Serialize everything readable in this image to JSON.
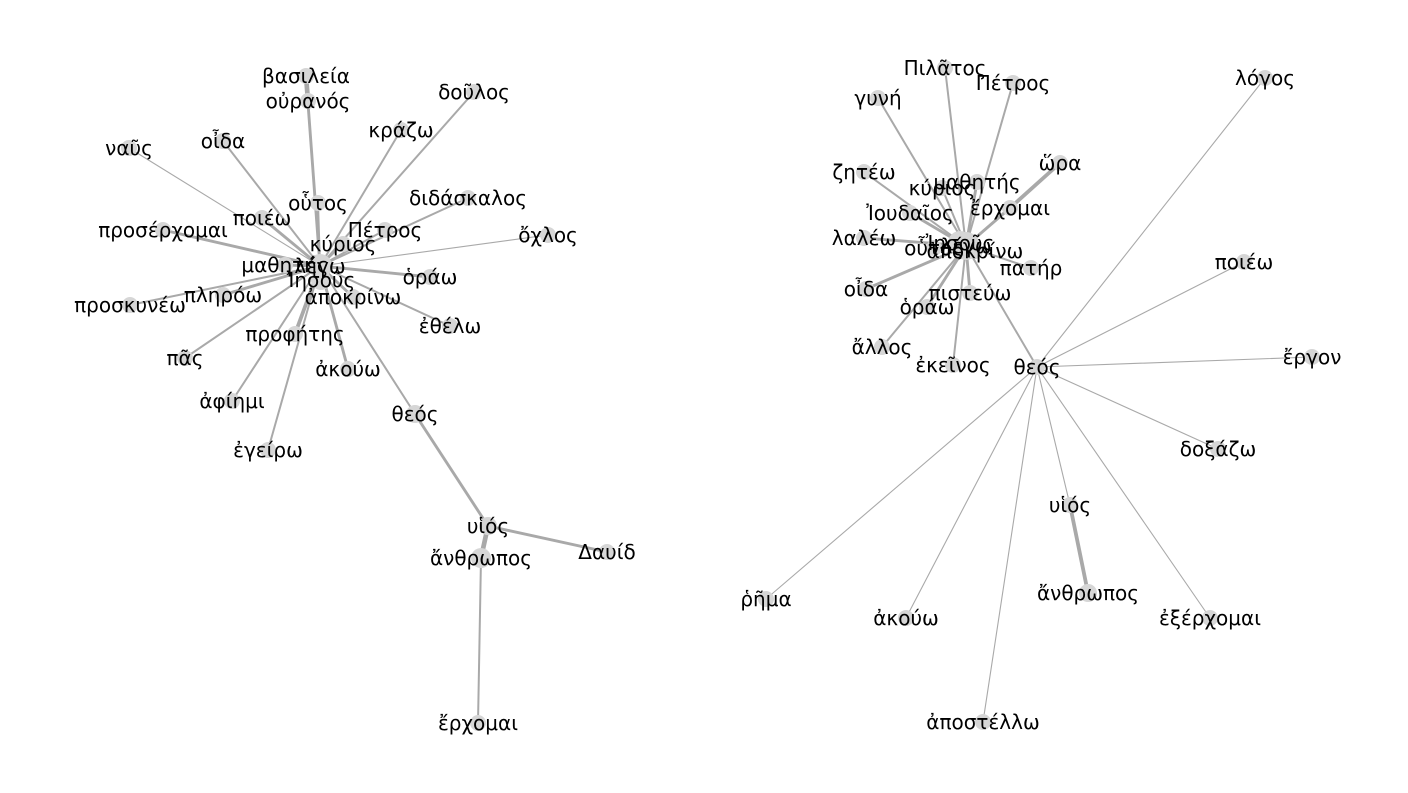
{
  "colors": {
    "edge": "#a9a9a9",
    "node": "#d6d6d6",
    "label": "#000000"
  },
  "graphs": [
    {
      "nodes": [
        {
          "id": "basileia",
          "label": "βασιλεία"
        },
        {
          "id": "ouranos",
          "label": "οὐρανός"
        },
        {
          "id": "doulos",
          "label": "δοῦλος"
        },
        {
          "id": "krazo",
          "label": "κράζω"
        },
        {
          "id": "naos",
          "label": "ναῦς"
        },
        {
          "id": "oida",
          "label": "οἶδα"
        },
        {
          "id": "houtos",
          "label": "οὗτος"
        },
        {
          "id": "didaskalos",
          "label": "διδάσκαλος"
        },
        {
          "id": "poieo",
          "label": "ποιέω"
        },
        {
          "id": "proserchomai",
          "label": "προσέρχομαι"
        },
        {
          "id": "petros",
          "label": "Πέτρος"
        },
        {
          "id": "ochlos",
          "label": "ὄχλος"
        },
        {
          "id": "kyrios",
          "label": "κύριος"
        },
        {
          "id": "mathetes",
          "label": "μαθητής"
        },
        {
          "id": "lego",
          "label": "λέγω"
        },
        {
          "id": "horao",
          "label": "ὁράω"
        },
        {
          "id": "iesous",
          "label": "Ἰησοῦς"
        },
        {
          "id": "pleroo",
          "label": "πληρόω"
        },
        {
          "id": "apokrino",
          "label": "ἀποκρίνω"
        },
        {
          "id": "proskyneo",
          "label": "προσκυνέω"
        },
        {
          "id": "thelo",
          "label": "ἐθέλω"
        },
        {
          "id": "prophetes",
          "label": "προφήτης"
        },
        {
          "id": "pas",
          "label": "πᾶς"
        },
        {
          "id": "akouo",
          "label": "ἀκούω"
        },
        {
          "id": "aphiemi",
          "label": "ἀφίημι"
        },
        {
          "id": "theos",
          "label": "θεός"
        },
        {
          "id": "egeiro",
          "label": "ἐγείρω"
        },
        {
          "id": "huios",
          "label": "υἱός"
        },
        {
          "id": "david",
          "label": "Δαυίδ"
        },
        {
          "id": "anthropos",
          "label": "ἄνθρωπος"
        },
        {
          "id": "erchomai",
          "label": "ἔρχομαι"
        }
      ],
      "edges": [
        {
          "source": "lego",
          "target": "basileia",
          "weight": 3
        },
        {
          "source": "basileia",
          "target": "ouranos",
          "weight": 5
        },
        {
          "source": "lego",
          "target": "doulos",
          "weight": 2
        },
        {
          "source": "lego",
          "target": "krazo",
          "weight": 2
        },
        {
          "source": "lego",
          "target": "naos",
          "weight": 1
        },
        {
          "source": "lego",
          "target": "oida",
          "weight": 2
        },
        {
          "source": "lego",
          "target": "houtos",
          "weight": 2
        },
        {
          "source": "lego",
          "target": "didaskalos",
          "weight": 2
        },
        {
          "source": "lego",
          "target": "poieo",
          "weight": 3
        },
        {
          "source": "lego",
          "target": "proserchomai",
          "weight": 3
        },
        {
          "source": "lego",
          "target": "petros",
          "weight": 2
        },
        {
          "source": "lego",
          "target": "ochlos",
          "weight": 1
        },
        {
          "source": "lego",
          "target": "kyrios",
          "weight": 2
        },
        {
          "source": "lego",
          "target": "mathetes",
          "weight": 3
        },
        {
          "source": "lego",
          "target": "horao",
          "weight": 3
        },
        {
          "source": "lego",
          "target": "iesous",
          "weight": 4
        },
        {
          "source": "lego",
          "target": "pleroo",
          "weight": 3
        },
        {
          "source": "lego",
          "target": "apokrino",
          "weight": 3
        },
        {
          "source": "lego",
          "target": "proskyneo",
          "weight": 2
        },
        {
          "source": "lego",
          "target": "thelo",
          "weight": 2
        },
        {
          "source": "lego",
          "target": "prophetes",
          "weight": 4
        },
        {
          "source": "lego",
          "target": "pas",
          "weight": 2
        },
        {
          "source": "lego",
          "target": "akouo",
          "weight": 3
        },
        {
          "source": "lego",
          "target": "aphiemi",
          "weight": 2
        },
        {
          "source": "lego",
          "target": "theos",
          "weight": 2
        },
        {
          "source": "lego",
          "target": "egeiro",
          "weight": 2
        },
        {
          "source": "theos",
          "target": "huios",
          "weight": 3
        },
        {
          "source": "huios",
          "target": "david",
          "weight": 3
        },
        {
          "source": "huios",
          "target": "anthropos",
          "weight": 5
        },
        {
          "source": "anthropos",
          "target": "erchomai",
          "weight": 2
        }
      ]
    },
    {
      "nodes": [
        {
          "id": "pilatos",
          "label": "Πιλᾶτος"
        },
        {
          "id": "petros",
          "label": "Πέτρος"
        },
        {
          "id": "gyne",
          "label": "γυνή"
        },
        {
          "id": "logos",
          "label": "λόγος"
        },
        {
          "id": "hora",
          "label": "ὥρα"
        },
        {
          "id": "zeteo",
          "label": "ζητέω"
        },
        {
          "id": "mathetes",
          "label": "μαθητής"
        },
        {
          "id": "kyrios",
          "label": "κύριος"
        },
        {
          "id": "erchomai",
          "label": "ἔρχομαι"
        },
        {
          "id": "ioudaios",
          "label": "Ἰουδαῖος"
        },
        {
          "id": "laleo",
          "label": "λαλέω"
        },
        {
          "id": "iesous",
          "label": "Ἰησοῦς"
        },
        {
          "id": "lego",
          "label": "λέγω"
        },
        {
          "id": "houtos",
          "label": "οὗτος"
        },
        {
          "id": "apokrino",
          "label": "ἀποκρίνω"
        },
        {
          "id": "pater",
          "label": "πατήρ"
        },
        {
          "id": "poieo",
          "label": "ποιέω"
        },
        {
          "id": "oida",
          "label": "οἶδα"
        },
        {
          "id": "pisteuo",
          "label": "πιστεύω"
        },
        {
          "id": "horao",
          "label": "ὁράω"
        },
        {
          "id": "allos",
          "label": "ἄλλος"
        },
        {
          "id": "ergon",
          "label": "ἔργον"
        },
        {
          "id": "ekeinos",
          "label": "ἐκεῖνος"
        },
        {
          "id": "theos",
          "label": "θεός"
        },
        {
          "id": "doxazo",
          "label": "δοξάζω"
        },
        {
          "id": "huios",
          "label": "υἱός"
        },
        {
          "id": "anthropos",
          "label": "ἄνθρωπος"
        },
        {
          "id": "rhema",
          "label": "ῥῆμα"
        },
        {
          "id": "akouo",
          "label": "ἀκούω"
        },
        {
          "id": "exerchomai",
          "label": "ἐξέρχομαι"
        },
        {
          "id": "apostello",
          "label": "ἀποστέλλω"
        }
      ],
      "edges": [
        {
          "source": "lego",
          "target": "pilatos",
          "weight": 2
        },
        {
          "source": "lego",
          "target": "petros",
          "weight": 2
        },
        {
          "source": "lego",
          "target": "gyne",
          "weight": 2
        },
        {
          "source": "lego",
          "target": "hora",
          "weight": 2
        },
        {
          "source": "erchomai",
          "target": "hora",
          "weight": 4
        },
        {
          "source": "lego",
          "target": "zeteo",
          "weight": 2
        },
        {
          "source": "lego",
          "target": "mathetes",
          "weight": 3
        },
        {
          "source": "lego",
          "target": "kyrios",
          "weight": 2
        },
        {
          "source": "lego",
          "target": "erchomai",
          "weight": 3
        },
        {
          "source": "lego",
          "target": "ioudaios",
          "weight": 3
        },
        {
          "source": "lego",
          "target": "laleo",
          "weight": 3
        },
        {
          "source": "lego",
          "target": "iesous",
          "weight": 4
        },
        {
          "source": "lego",
          "target": "houtos",
          "weight": 3
        },
        {
          "source": "lego",
          "target": "apokrino",
          "weight": 3
        },
        {
          "source": "lego",
          "target": "pater",
          "weight": 2
        },
        {
          "source": "lego",
          "target": "oida",
          "weight": 3
        },
        {
          "source": "lego",
          "target": "pisteuo",
          "weight": 3
        },
        {
          "source": "lego",
          "target": "horao",
          "weight": 3
        },
        {
          "source": "lego",
          "target": "allos",
          "weight": 2
        },
        {
          "source": "lego",
          "target": "ekeinos",
          "weight": 2
        },
        {
          "source": "lego",
          "target": "theos",
          "weight": 2
        },
        {
          "source": "theos",
          "target": "logos",
          "weight": 1
        },
        {
          "source": "theos",
          "target": "poieo",
          "weight": 1
        },
        {
          "source": "theos",
          "target": "ergon",
          "weight": 1
        },
        {
          "source": "theos",
          "target": "doxazo",
          "weight": 1
        },
        {
          "source": "theos",
          "target": "huios",
          "weight": 1
        },
        {
          "source": "huios",
          "target": "anthropos",
          "weight": 4
        },
        {
          "source": "theos",
          "target": "rhema",
          "weight": 1
        },
        {
          "source": "theos",
          "target": "akouo",
          "weight": 1
        },
        {
          "source": "theos",
          "target": "exerchomai",
          "weight": 1
        },
        {
          "source": "theos",
          "target": "apostello",
          "weight": 1
        }
      ]
    }
  ]
}
